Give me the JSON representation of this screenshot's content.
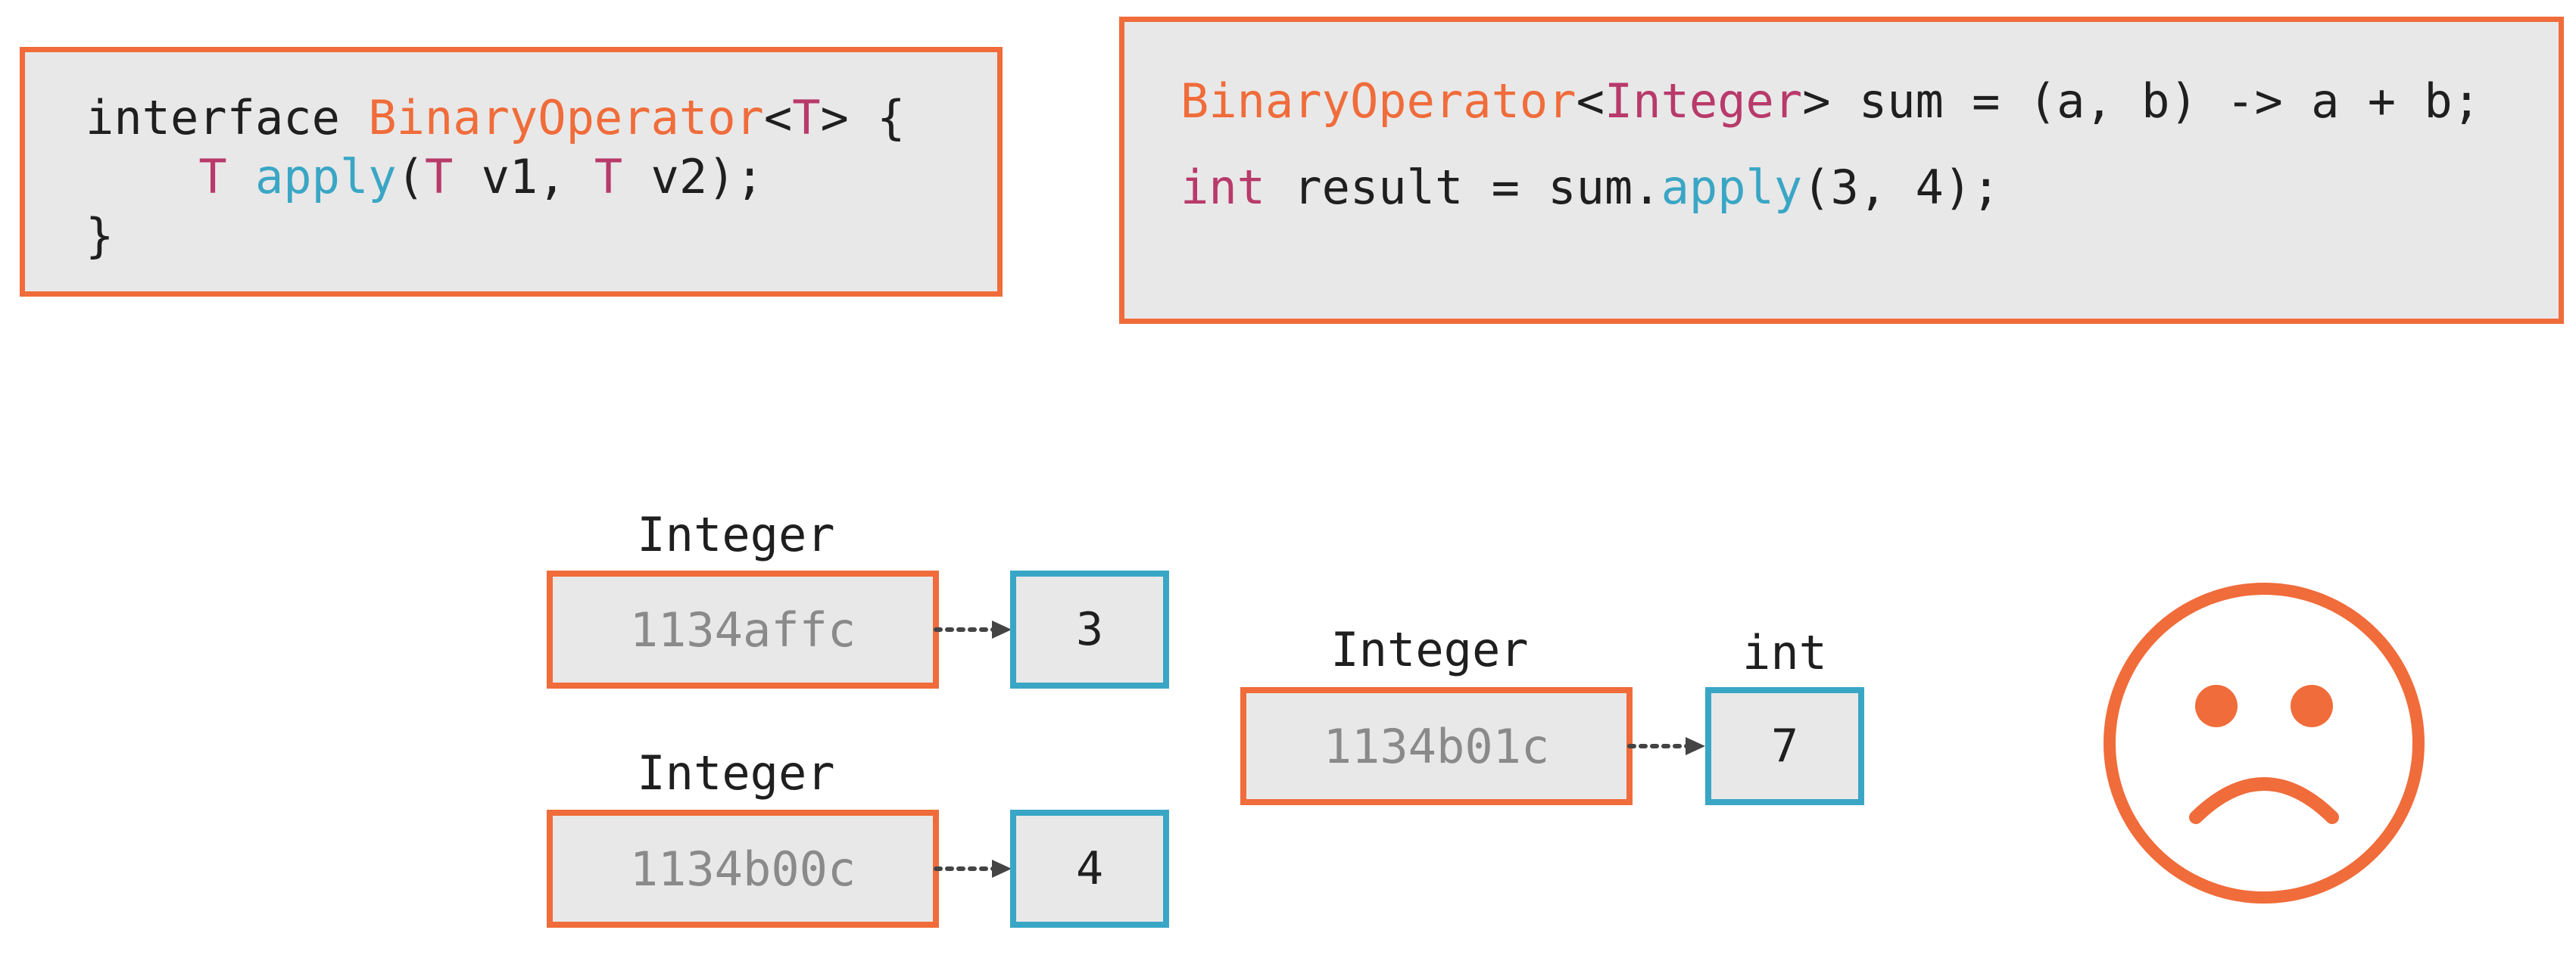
{
  "colors": {
    "orange": "#f06c3a",
    "magenta": "#b83a6a",
    "cyan": "#3aa6c5",
    "panel_bg": "#e8e8e8",
    "text": "#1f1f1f",
    "address_text": "#8a8a8a"
  },
  "interface_code": {
    "l1_kw": "interface ",
    "l1_type": "BinaryOperator",
    "l1_lt": "<",
    "l1_T": "T",
    "l1_gt": "> {",
    "l2_indent": "    ",
    "l2_T1": "T",
    "l2_sp": " ",
    "l2_apply": "apply",
    "l2_open": "(",
    "l2_T2": "T",
    "l2_v1": " v1, ",
    "l2_T3": "T",
    "l2_v2": " v2);",
    "l3": "}"
  },
  "usage_code": {
    "l1_type": "BinaryOperator",
    "l1_lt": "<",
    "l1_integer": "Integer",
    "l1_rest": "> sum = (a, b) -> a + b;",
    "l2_int": "int",
    "l2_mid": " result = sum.",
    "l2_apply": "apply",
    "l2_rest": "(3, 4);"
  },
  "memory": {
    "a": {
      "type_label": "Integer",
      "address": "1134affc",
      "value": "3"
    },
    "b": {
      "type_label": "Integer",
      "address": "1134b00c",
      "value": "4"
    },
    "sum_ref": {
      "type_label": "Integer",
      "address": "1134b01c"
    },
    "result": {
      "type_label": "int",
      "value": "7"
    }
  },
  "icons": {
    "sad_face": "sad-face-icon"
  }
}
